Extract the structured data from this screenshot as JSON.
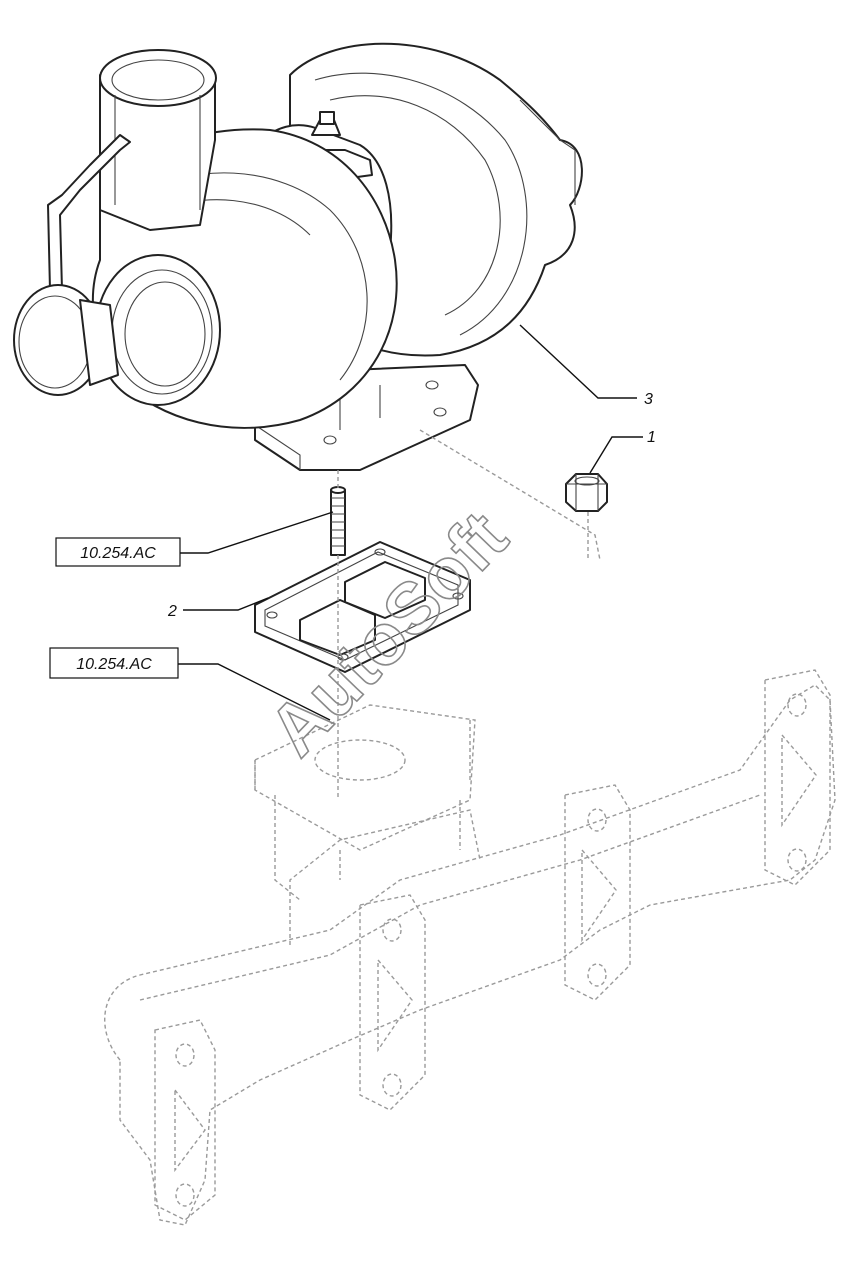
{
  "callouts": {
    "item_1": "1",
    "item_2": "2",
    "item_3": "3"
  },
  "references": {
    "ref_upper": "10.254.AC",
    "ref_lower": "10.254.AC"
  },
  "watermark": "AutoSoft",
  "colors": {
    "line": "#222222",
    "hidden_line": "#9a9a9a",
    "background": "#ffffff"
  }
}
